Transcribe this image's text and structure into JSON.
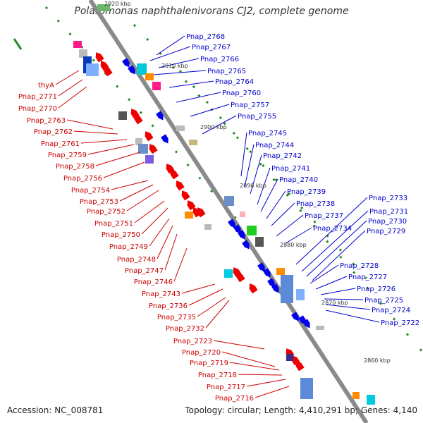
{
  "title": "Polaromonas naphthalenivorans CJ2, complete genome",
  "accession": "Accession: NC_008781",
  "topology": "Topology: circular; Length: 4,410,291 bp; Genes: 4,140",
  "colors": {
    "forward_label": "#0000cc",
    "reverse_label": "#cc0000",
    "backbone": "#8a8a8a"
  },
  "scale_ticks": [
    "2920 kbp",
    "2910 kbp",
    "2900 kbp",
    "2890 kbp",
    "2880 kbp",
    "2870 kbp",
    "2860 kbp"
  ],
  "forward_labels": [
    "Pnap_2768",
    "Pnap_2767",
    "Pnap_2766",
    "Pnap_2765",
    "Pnap_2764",
    "Pnap_2760",
    "Pnap_2757",
    "Pnap_2755",
    "Pnap_2745",
    "Pnap_2744",
    "Pnap_2742",
    "Pnap_2741",
    "Pnap_2740",
    "Pnap_2739",
    "Pnap_2738",
    "Pnap_2737",
    "Pnap_2734",
    "Pnap_2733",
    "Pnap_2731",
    "Pnap_2730",
    "Pnap_2729",
    "Pnap_2728",
    "Pnap_2727",
    "Pnap_2726",
    "Pnap_2725",
    "Pnap_2724",
    "Pnap_2722"
  ],
  "reverse_labels": [
    "thyA",
    "Pnap_2771",
    "Pnap_2770",
    "Pnap_2763",
    "Pnap_2762",
    "Pnap_2761",
    "Pnap_2759",
    "Pnap_2758",
    "Pnap_2756",
    "Pnap_2754",
    "Pnap_2753",
    "Pnap_2752",
    "Pnap_2751",
    "Pnap_2750",
    "Pnap_2749",
    "Pnap_2748",
    "Pnap_2747",
    "Pnap_2746",
    "Pnap_2743",
    "Pnap_2736",
    "Pnap_2735",
    "Pnap_2732",
    "Pnap_2723",
    "Pnap_2720",
    "Pnap_2719",
    "Pnap_2718",
    "Pnap_2717",
    "Pnap_2716"
  ]
}
